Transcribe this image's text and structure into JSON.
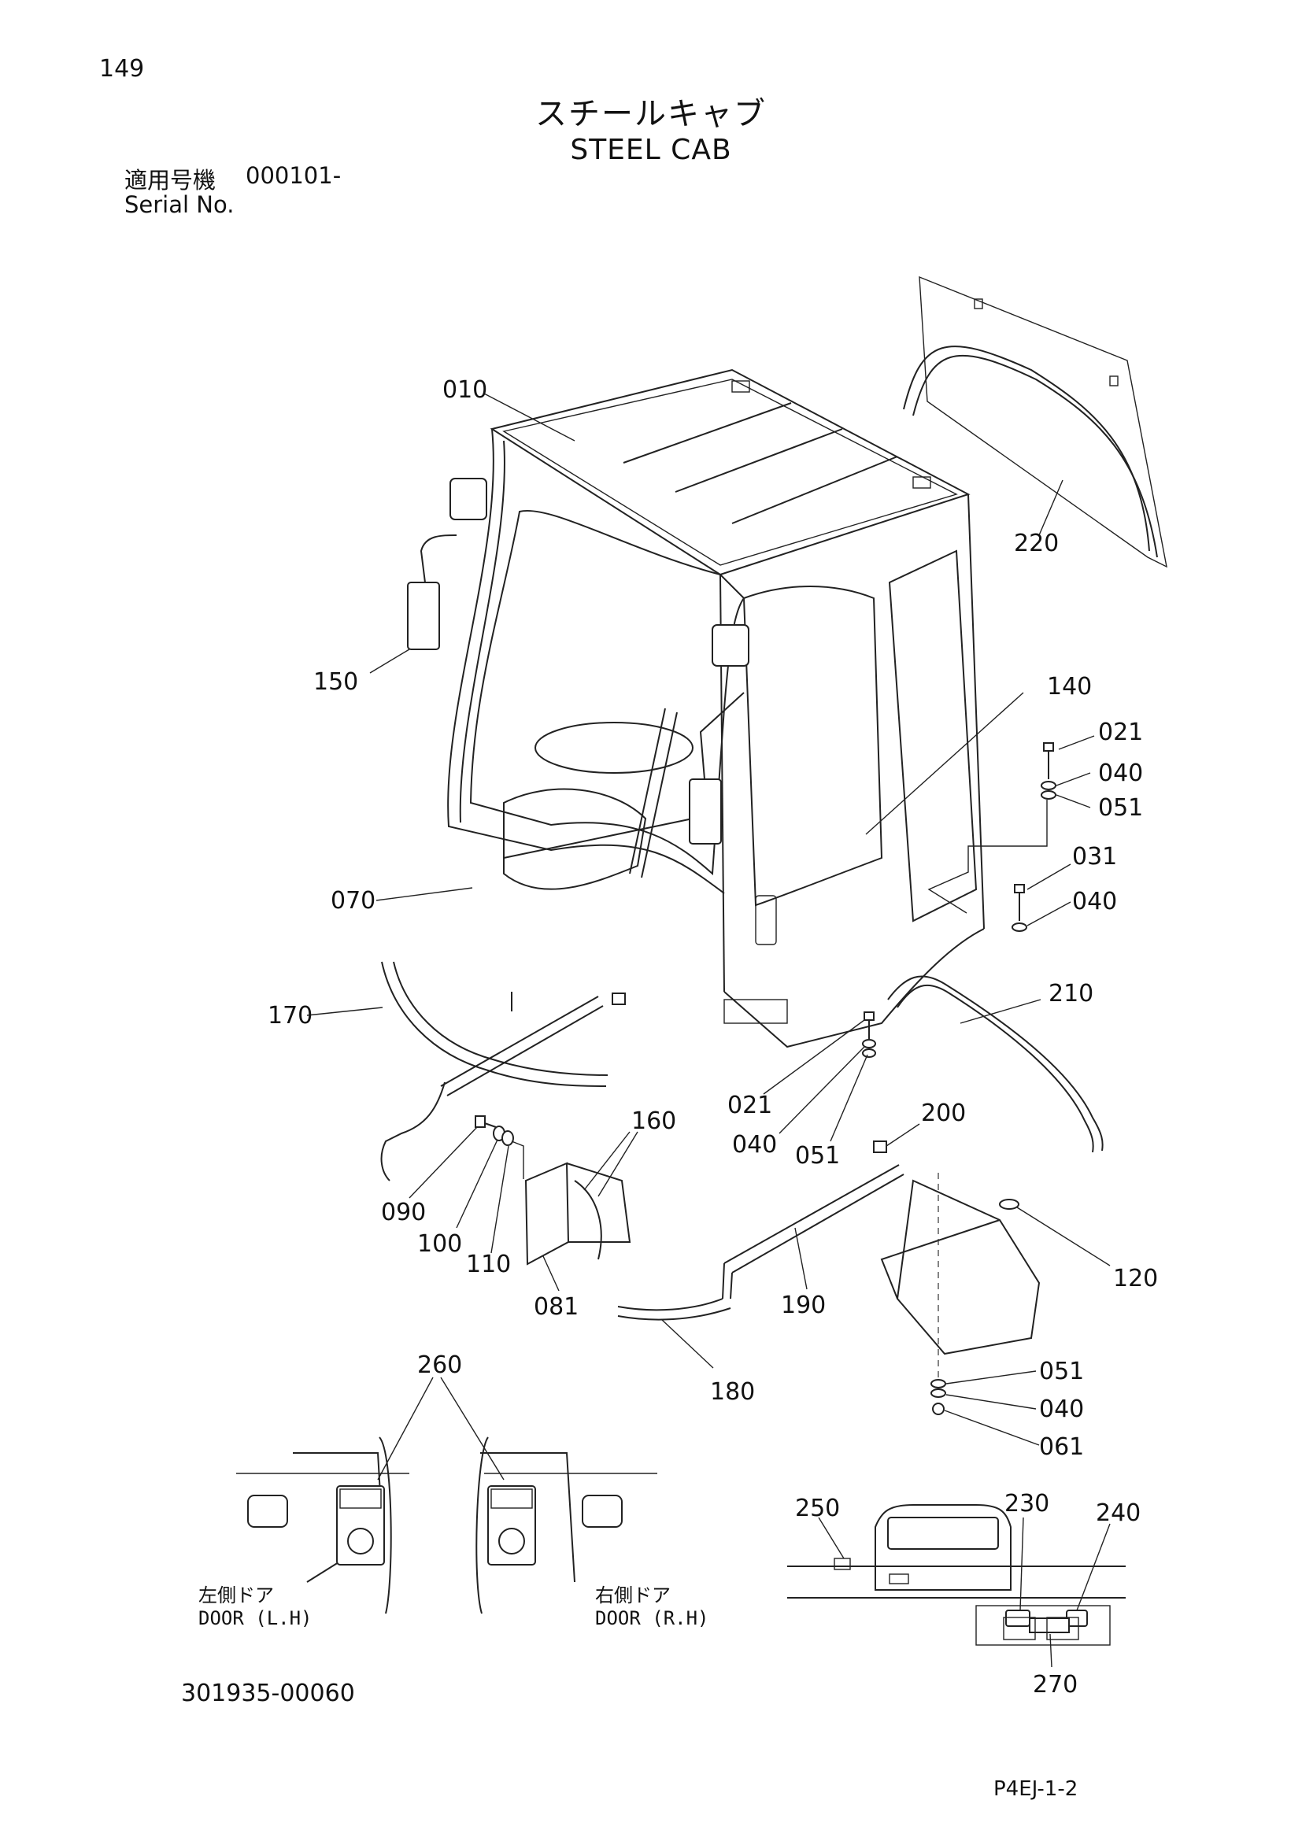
{
  "header": {
    "page_number": "149",
    "title_jp": "スチールキャブ",
    "title_en": "STEEL CAB",
    "serial_label_jp": "適用号機",
    "serial_value": "000101-",
    "serial_label_en": "Serial No."
  },
  "callouts": {
    "c010": "010",
    "c220": "220",
    "c150": "150",
    "c140": "140",
    "c021a": "021",
    "c040a": "040",
    "c051a": "051",
    "c031": "031",
    "c040b": "040",
    "c070": "070",
    "c210": "210",
    "c170": "170",
    "c021b": "021",
    "c040c": "040",
    "c051b": "051",
    "c200": "200",
    "c160": "160",
    "c090": "090",
    "c100": "100",
    "c110": "110",
    "c081": "081",
    "c190": "190",
    "c120": "120",
    "c180": "180",
    "c051c": "051",
    "c040d": "040",
    "c061": "061",
    "c260": "260",
    "c250": "250",
    "c230": "230",
    "c240": "240",
    "c270": "270"
  },
  "doors": {
    "lh_jp": "左側ドア",
    "lh_en": "DOOR (L.H)",
    "rh_jp": "右側ドア",
    "rh_en": "DOOR (R.H)"
  },
  "footer": {
    "drawing_number": "301935-00060",
    "page_code": "P4EJ-1-2"
  }
}
